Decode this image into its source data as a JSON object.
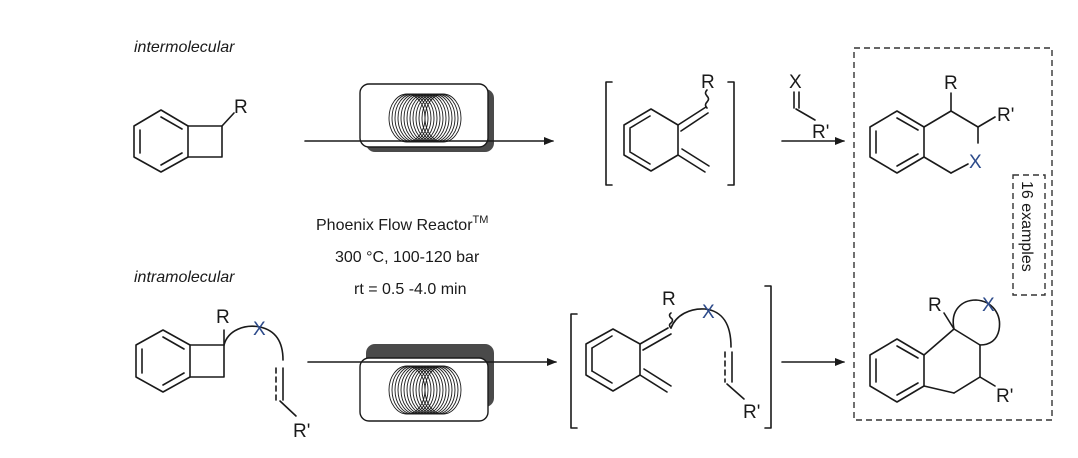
{
  "labels": {
    "intermolecular": "intermolecular",
    "intramolecular": "intramolecular"
  },
  "conditions": {
    "reactor": "Phoenix Flow Reactor",
    "trademark": "TM",
    "temperature_pressure": "300 °C, 100-120 bar",
    "residence_time": "rt = 0.5 -4.0 min"
  },
  "substituents": {
    "R": "R",
    "R_prime": "R'",
    "X": "X"
  },
  "scope_badge": "16 examples",
  "colors": {
    "heteroatom": "#2c4a8a",
    "ink": "#1a1a1a"
  }
}
